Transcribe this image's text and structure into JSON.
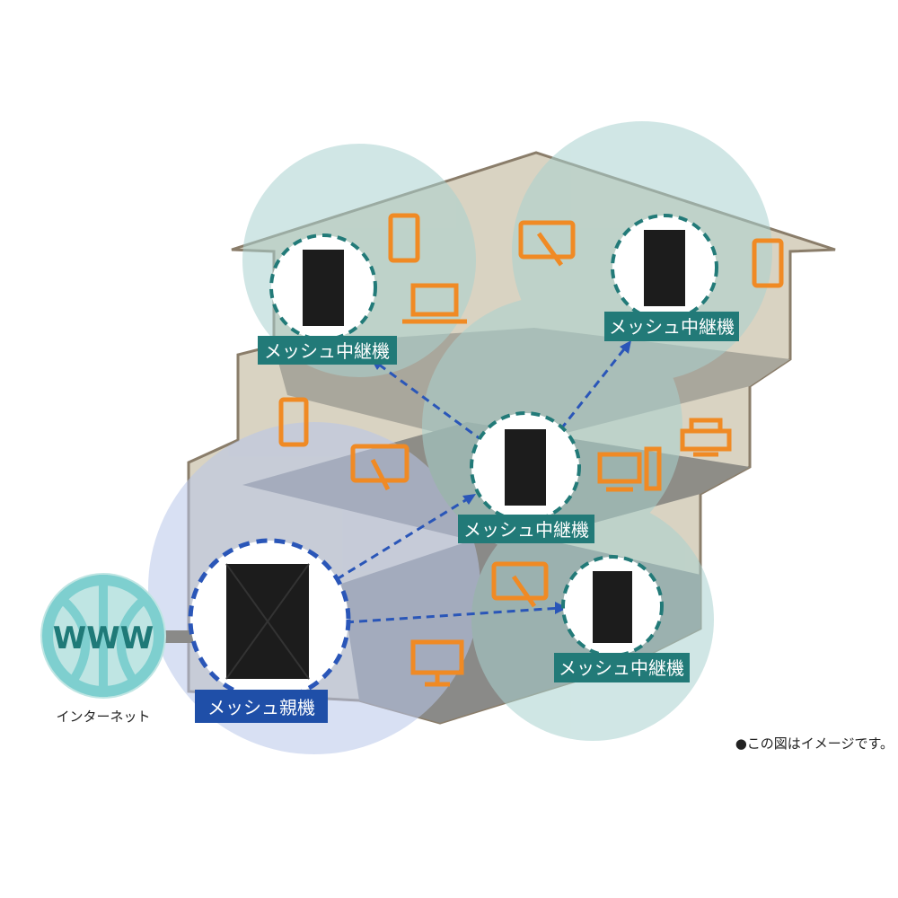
{
  "internet": {
    "globe_text": "WWW",
    "label": "インターネット"
  },
  "parent_router": {
    "label": "メッシュ親機"
  },
  "repeaters": [
    {
      "label": "メッシュ中継機"
    },
    {
      "label": "メッシュ中継機"
    },
    {
      "label": "メッシュ中継機"
    },
    {
      "label": "メッシュ中継機"
    }
  ],
  "note": "●この図はイメージです。",
  "colors": {
    "repeater_label": "#227a78",
    "parent_label": "#1f4fa8",
    "device": "#f08a24",
    "globe": "#7ecfcf"
  }
}
